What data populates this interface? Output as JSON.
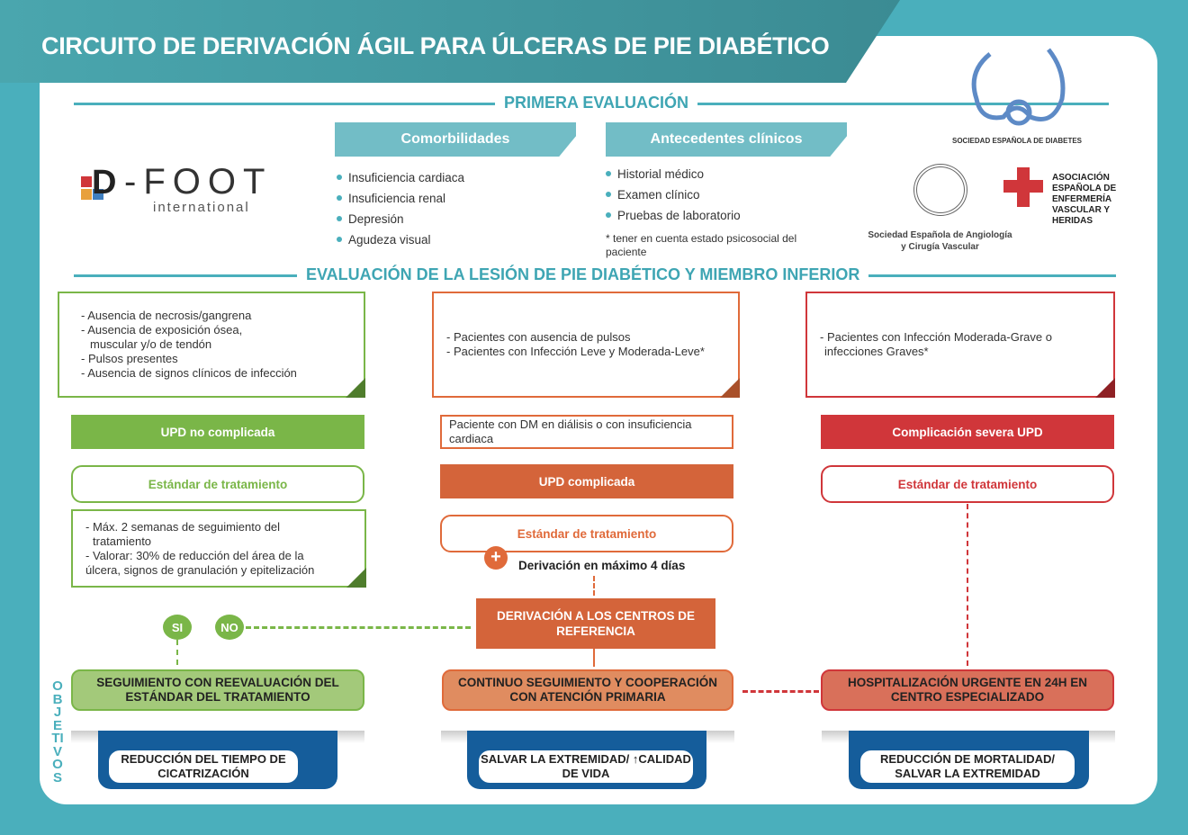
{
  "title": "CIRCUITO DE DERIVACIÓN ÁGIL PARA ÚLCERAS DE PIE DIABÉTICO",
  "sections": {
    "first": "PRIMERA EVALUACIÓN",
    "lesion": "EVALUACIÓN DE LA LESIÓN DE PIE DIABÉTICO Y MIEMBRO INFERIOR"
  },
  "logos": {
    "dfoot": "D-FOOT",
    "dfoot_sub": "international",
    "sed": "SOCIEDAD ESPAÑOLA DE DIABETES",
    "seacv": "Sociedad Española de Angiología y Cirugía Vascular",
    "aeevh": "ASOCIACIÓN ESPAÑOLA DE ENFERMERÍA VASCULAR Y HERIDAS"
  },
  "comorbilidades": {
    "title": "Comorbilidades",
    "items": [
      "Insuficiencia cardiaca",
      "Insuficiencia renal",
      "Depresión",
      "Agudeza visual"
    ]
  },
  "antecedentes": {
    "title": "Antecedentes clínicos",
    "items": [
      "Historial médico",
      "Examen clínico",
      "Pruebas de laboratorio"
    ],
    "note": "* tener en cuenta estado psicosocial del paciente"
  },
  "green": {
    "criteria": [
      "- Ausencia de necrosis/gangrena",
      "- Ausencia de exposición ósea,",
      "   muscular y/o de tendón",
      "- Pulsos presentes",
      "- Ausencia de signos clínicos de infección"
    ],
    "label": "UPD no complicada",
    "standard": "Estándar de tratamiento",
    "followup": [
      "- Máx. 2 semanas de seguimiento del",
      "  tratamiento",
      "- Valorar: 30% de reducción del área de la",
      "úlcera, signos de granulación y epitelización"
    ],
    "si": "SI",
    "no": "NO",
    "result": "SEGUIMIENTO CON REEVALUACIÓN DEL ESTÁNDAR DEL TRATAMIENTO",
    "objective": "REDUCCIÓN DEL TIEMPO DE CICATRIZACIÓN"
  },
  "orange": {
    "criteria": [
      "- Pacientes con ausencia de pulsos",
      "- Pacientes con Infección Leve y  Moderada-Leve*"
    ],
    "dialysis": "Paciente con DM en diálisis o con insuficiencia cardiaca",
    "label": "UPD complicada",
    "standard": "Estándar de tratamiento",
    "plus": "+",
    "derivation_note": "Derivación en máximo 4 días",
    "derivation": "DERIVACIÓN A LOS CENTROS DE REFERENCIA",
    "result": "CONTINUO SEGUIMIENTO Y COOPERACIÓN CON ATENCIÓN PRIMARIA",
    "objective": "SALVAR LA EXTREMIDAD/ ↑CALIDAD DE VIDA"
  },
  "red": {
    "criteria": [
      "- Pacientes con Infección Moderada-Grave o",
      "  infecciones Graves*"
    ],
    "label": "Complicación severa UPD",
    "standard": "Estándar de tratamiento",
    "result": "HOSPITALIZACIÓN URGENTE EN 24H EN CENTRO ESPECIALIZADO",
    "objective": "REDUCCIÓN DE MORTALIDAD/ SALVAR LA EXTREMIDAD"
  },
  "objetivos": "OBJETIVOS",
  "colors": {
    "teal": "#4aafbc",
    "green": "#7ab648",
    "orange": "#d4643a",
    "red": "#d0363a",
    "blue": "#155d9b"
  }
}
